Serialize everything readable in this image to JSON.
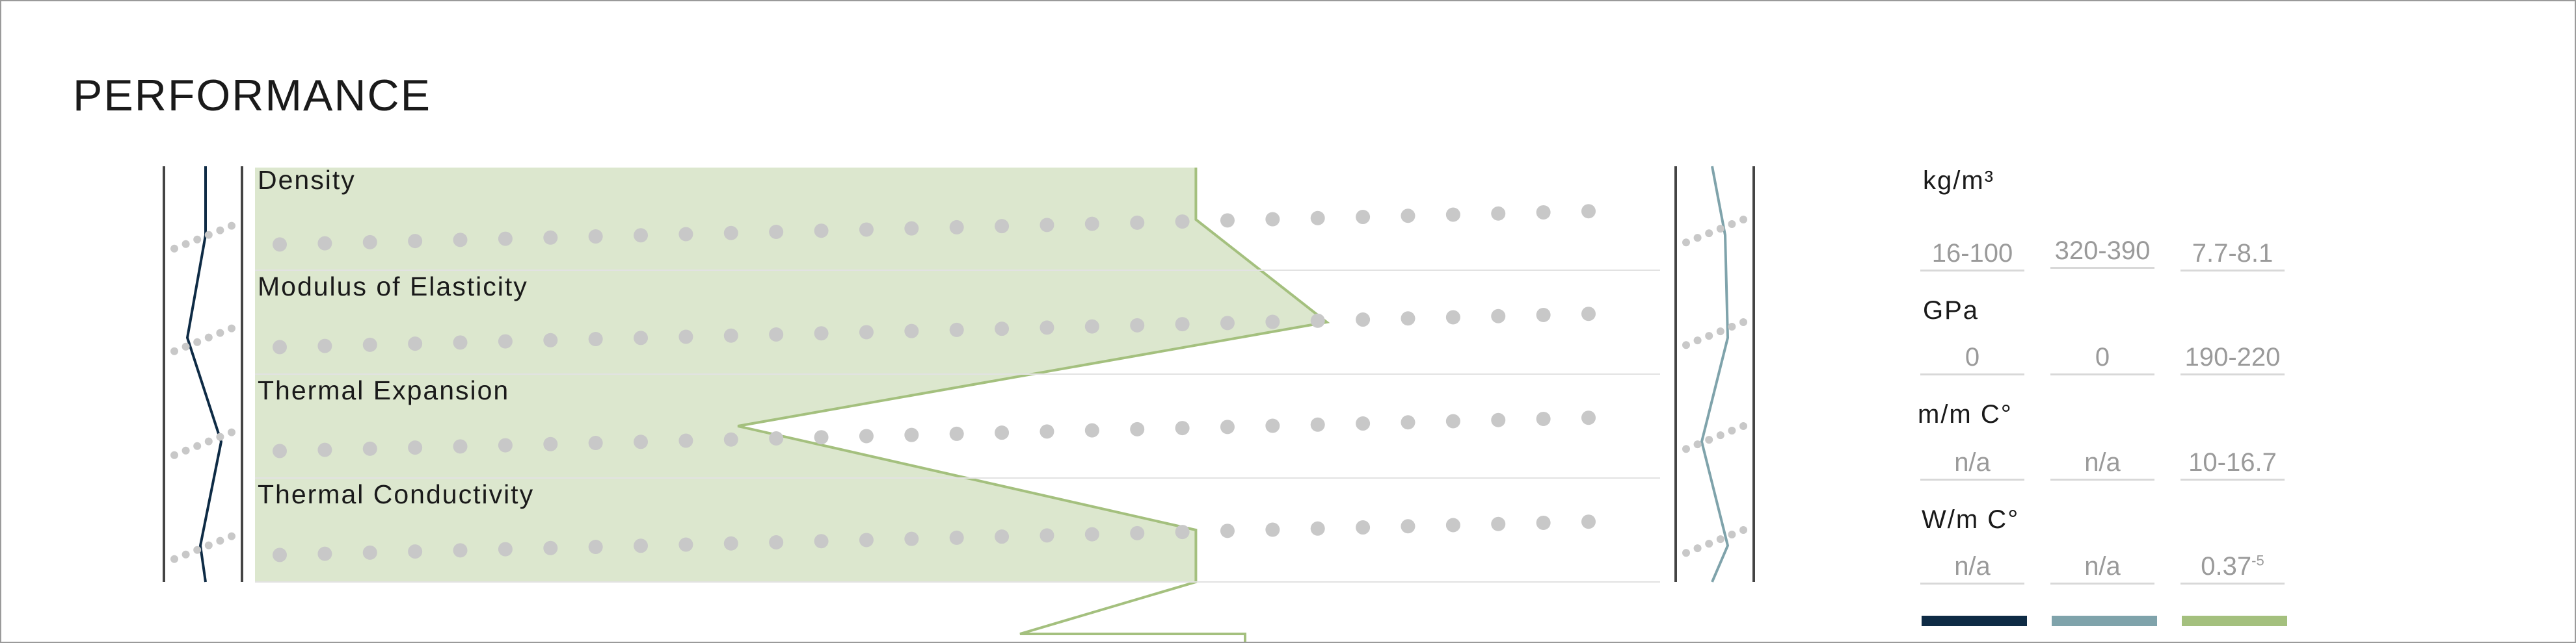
{
  "page_title": "PERFORMANCE",
  "chart_data": {
    "type": "line",
    "title": "PERFORMANCE",
    "rows": [
      "Density",
      "Modulus of Elasticity",
      "Thermal Expansion",
      "Thermal Conductivity"
    ],
    "units": [
      "kg/m³",
      "GPa",
      "m/m C°",
      "W/m C°"
    ],
    "series": [
      {
        "name": "",
        "color": "#0e2b45",
        "values": [
          0.55,
          0.2,
          0.85,
          0.45
        ]
      },
      {
        "name": "",
        "color": "#7fa3ab",
        "values": [
          0.7,
          0.75,
          0.25,
          0.75
        ]
      },
      {
        "name": "",
        "color": "#a4c07e",
        "values": [
          0.7,
          0.8,
          0.35,
          0.7
        ]
      }
    ],
    "table": [
      [
        "16-100",
        "320-390",
        "7.7-8.1"
      ],
      [
        "0",
        "0",
        "190-220"
      ],
      [
        "n/a",
        "n/a",
        "10-16.7"
      ],
      [
        "n/a",
        "n/a",
        "0.37"
      ]
    ],
    "superscript": "-5",
    "grid": true,
    "legend": "bottom"
  }
}
